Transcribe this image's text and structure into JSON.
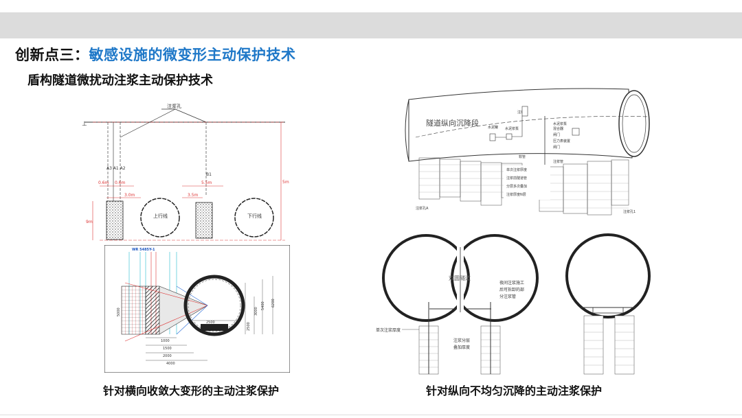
{
  "header": {
    "title_prefix": "创新点三：",
    "title_highlight": "敏感设施的微变形主动保护技术",
    "subtitle": "盾构隧道微扰动注浆主动保护技术"
  },
  "captions": {
    "left": "针对横向收敛大变形的主动注浆保护",
    "right": "针对纵向不均匀沉降的主动注浆保护"
  },
  "left_diagram": {
    "grout_hole": "注浆孔",
    "hole_labels": "A3 A1 A2",
    "b1": "B1",
    "up_line": "上行线",
    "down_line": "下行线",
    "dim_a": "0.6m",
    "dim_b": "0.6m",
    "dim_c": "3.0m",
    "dim_d": "3.5m",
    "dim_e": "5.5m",
    "dim_h": "5m",
    "dim_v": "9m",
    "dims_bottom": [
      "1000",
      "1500",
      "2000",
      "4000"
    ],
    "dim_in": "2500",
    "dims_right": [
      "2500",
      "3000",
      "5400",
      "6200"
    ],
    "header_text": "WR 5485Y-1",
    "side_dim": "5000"
  },
  "right_top": {
    "label_main": "隧道纵向沉降段",
    "tank": "注浆罐",
    "water_tank": "水泥罐",
    "pump": "水泥浆泵",
    "water_pump": "水泥浆泵",
    "mixer": "混合器",
    "valve": "闸门",
    "pressure": "压力表装置",
    "gate": "闸门",
    "hose": "软管",
    "grout_pipe": "注浆管",
    "list": [
      "单次注浆厚度",
      "注浆前隧道管",
      "分层多次叠加",
      "注浆厚度N层"
    ],
    "hole_left": "注浆孔A",
    "hole_right": "注浆孔1"
  },
  "right_bottom": {
    "double": "双圆隧道",
    "note": [
      "夜间注浆施工",
      "后可拆卸的部",
      "分注浆管"
    ],
    "single": "单次注浆厚度",
    "layer": [
      "注浆分层",
      "叠加厚度"
    ]
  }
}
